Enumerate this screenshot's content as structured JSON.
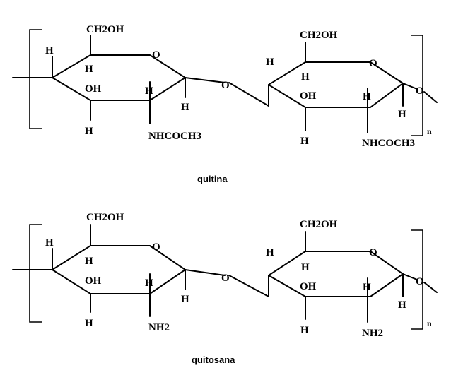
{
  "structures": [
    {
      "name": "quitina",
      "caption": "quitina",
      "labels": {
        "ch2oh_left": "CH2OH",
        "ch2oh_right": "CH2OH",
        "o_ring": "O",
        "o_link": "O",
        "h": "H",
        "oh": "OH",
        "substituent": "NHCOCH3",
        "repeat": "n"
      }
    },
    {
      "name": "quitosana",
      "caption": "quitosana",
      "labels": {
        "ch2oh_left": "CH2OH",
        "ch2oh_right": "CH2OH",
        "o_ring": "O",
        "o_link": "O",
        "h": "H",
        "oh": "OH",
        "substituent": "NH2",
        "repeat": "n"
      }
    }
  ]
}
